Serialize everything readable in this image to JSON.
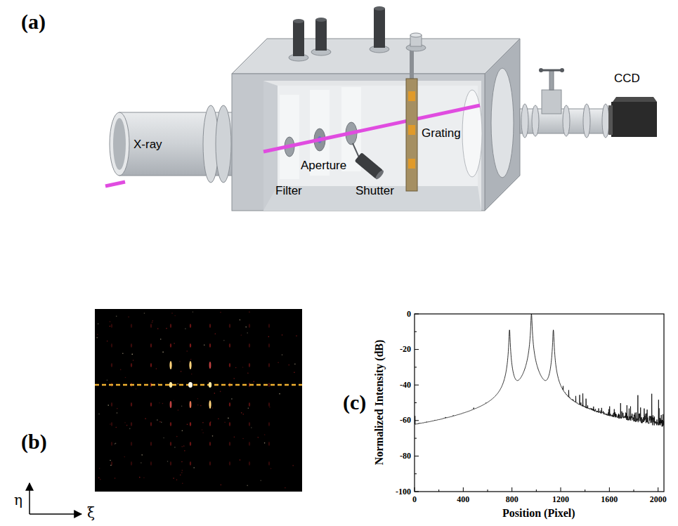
{
  "diagram": {
    "labels": [
      "(a)",
      "X-ray",
      "Filter",
      "Aperture",
      "Shutter",
      "Grating",
      "CCD",
      "(b)",
      "η",
      "ξ",
      "(c)",
      "Normalized Intensity (dB)",
      "Position (Pixel)",
      "0",
      "-20",
      "-40",
      "-60",
      "-80",
      "-100",
      "0",
      "400",
      "800",
      "1200",
      "1600",
      "2000"
    ]
  }
}
